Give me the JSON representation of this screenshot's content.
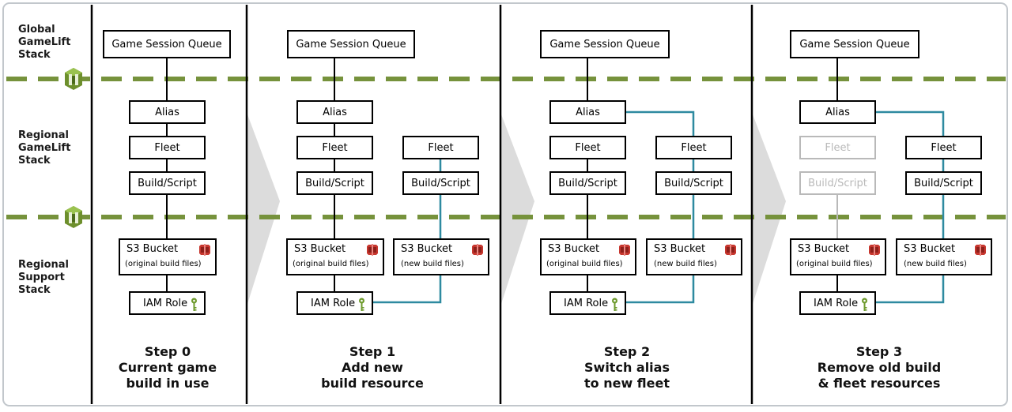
{
  "rows": {
    "global": "Global\nGameLift\nStack",
    "regional": "Regional\nGameLift\nStack",
    "support": "Regional\nSupport\nStack"
  },
  "labels": {
    "queue": "Game Session Queue",
    "alias": "Alias",
    "fleet": "Fleet",
    "build": "Build/Script",
    "s3": "S3 Bucket",
    "s3_original": "(original build files)",
    "s3_new": "(new build files)",
    "iam": "IAM Role"
  },
  "steps": [
    {
      "title": "Step 0",
      "line1": "Current game",
      "line2": "build in use"
    },
    {
      "title": "Step 1",
      "line1": "Add new",
      "line2": "build resource"
    },
    {
      "title": "Step 2",
      "line1": "Switch alias",
      "line2": "to new fleet"
    },
    {
      "title": "Step 3",
      "line1": "Remove old build",
      "line2": "& fleet resources"
    }
  ],
  "colors": {
    "dash": "#76923c",
    "teal": "#2e8aa0",
    "chevron": "#d9d9d9",
    "faded": "#b9b9b9",
    "s3_icon": "#c7372f",
    "key_icon": "#6d9a2c"
  },
  "icons": {
    "cloudformation": "cloudformation-icon",
    "s3": "s3-bucket-icon",
    "iam": "key-icon"
  }
}
